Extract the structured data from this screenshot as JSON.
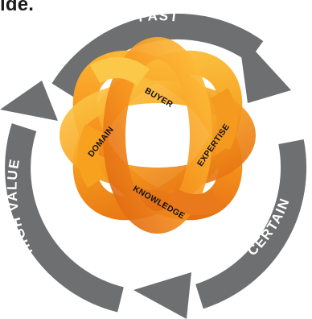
{
  "top_fragment": "ide.",
  "cycle_labels": {
    "fast": "FAST",
    "certain": "CERTAIN",
    "high_value": "HIGH VALUE"
  },
  "knot_labels": {
    "buyer": "BUYER",
    "expertise": "EXPERTISE",
    "knowledge": "KNOWLEDGE",
    "domain": "DOMAIN"
  },
  "colors": {
    "ring": "#6e6f71",
    "knot_light": "#fbb733",
    "knot_mid": "#f7941d",
    "knot_dark": "#e06c12",
    "text_dark": "#111111",
    "text_light": "#ffffff"
  }
}
